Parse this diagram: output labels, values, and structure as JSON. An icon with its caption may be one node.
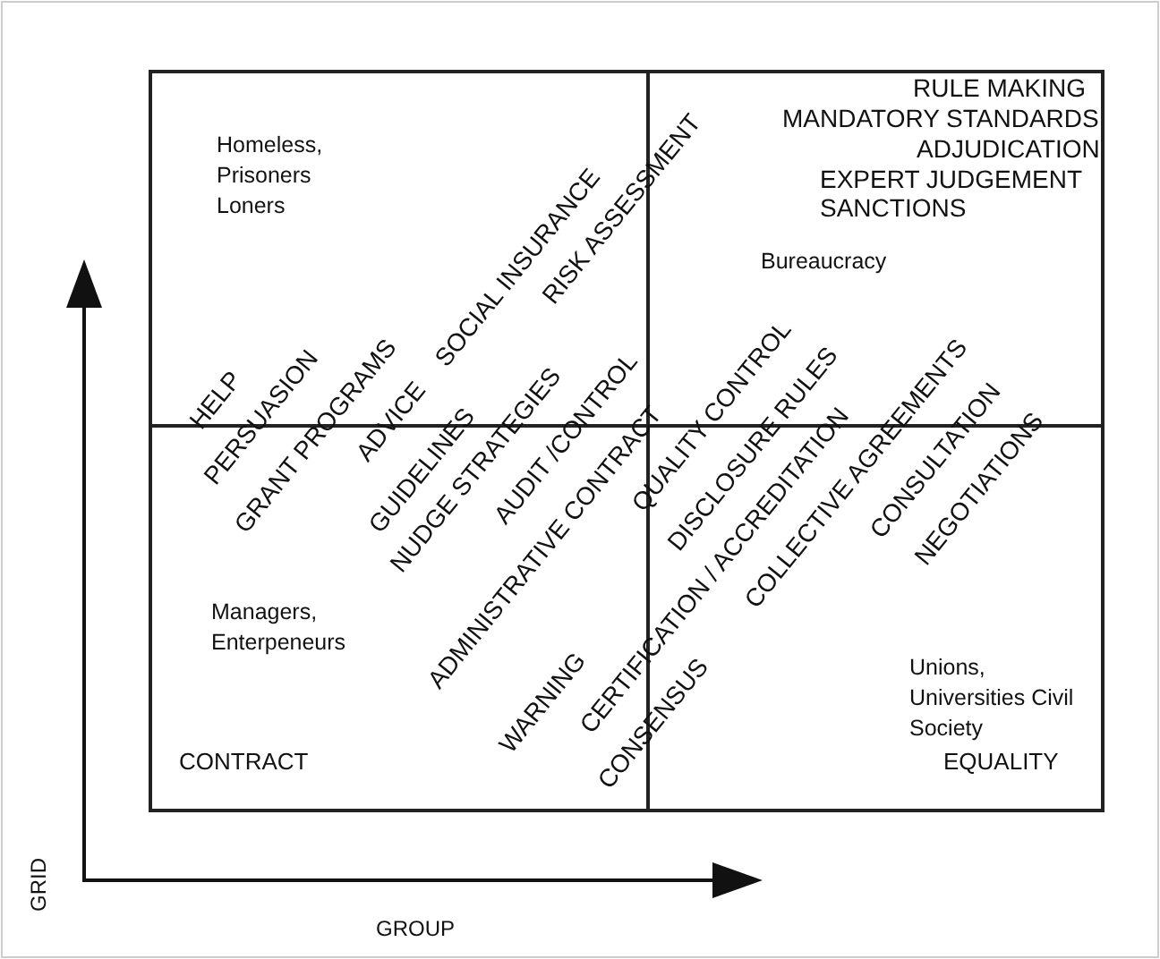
{
  "diagram": {
    "labels": [
      "RULE MAKING",
      "MANDATORY STANDARDS",
      "ADJUDICATION",
      "EXPERT JUDGEMENT",
      "SANCTIONS",
      "Homeless, Prisoners Loners",
      "Bureaucracy",
      "RISK ASSESSMENT",
      "SOCIAL INSURANCE",
      "ADVICE",
      "GRANT PROGRAMS",
      "PERSUASION",
      "HELP",
      "GUIDELINES",
      "NUDGE STRATEGIES",
      "AUDIT /CONTROL",
      "ADMINISTRATIVE CONTRACT",
      "QUALITY CONTROL",
      "DISCLOSURE RULES",
      "CERTIFICATION / ACCREDITATION",
      "COLLECTIVE AGREEMENTS",
      "CONSULTATION",
      "NEGOTIATIONS",
      "Managers, Enterpeneurs",
      "WARNING",
      "CONSENSUS",
      "Unions, Universities Civil Society",
      "CONTRACT",
      "EQUALITY",
      "GRID",
      "GROUP"
    ]
  }
}
